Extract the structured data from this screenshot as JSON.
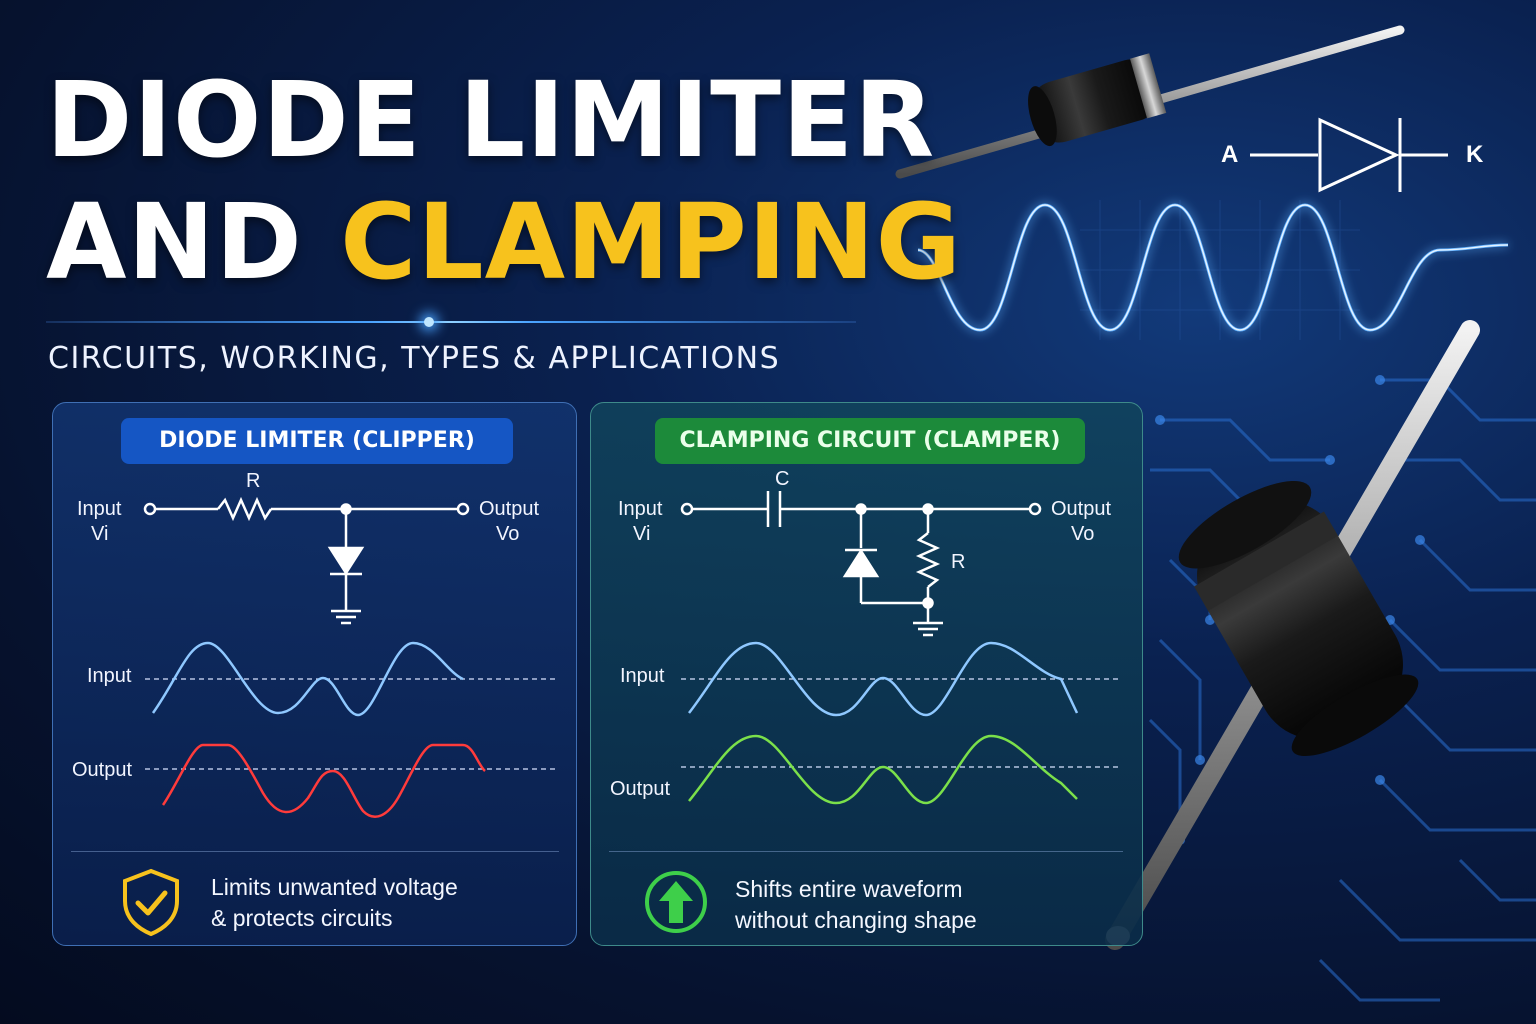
{
  "header": {
    "title_line1": "DIODE LIMITER",
    "title_line2_prefix": "AND",
    "title_line2_accent": "CLAMPING",
    "subtitle": "CIRCUITS, WORKING, TYPES & APPLICATIONS"
  },
  "symbol": {
    "anode_label": "A",
    "cathode_label": "K"
  },
  "limiter_panel": {
    "badge": "DIODE LIMITER (CLIPPER)",
    "input_label": "Input",
    "input_var": "Vi",
    "output_label": "Output",
    "output_var": "Vo",
    "resistor_label": "R",
    "wave_input_label": "Input",
    "wave_output_label": "Output",
    "caption_line1": "Limits unwanted voltage",
    "caption_line2": "& protects circuits",
    "colors": {
      "input_wave": "#8fc8ff",
      "output_wave": "#ff3b3b",
      "badge": "#1556c4",
      "icon": "#f7c21d"
    }
  },
  "clamper_panel": {
    "badge": "CLAMPING CIRCUIT (CLAMPER)",
    "input_label": "Input",
    "input_var": "Vi",
    "output_label": "Output",
    "output_var": "Vo",
    "capacitor_label": "C",
    "resistor_label": "R",
    "wave_input_label": "Input",
    "wave_output_label": "Output",
    "caption_line1": "Shifts entire waveform",
    "caption_line2": "without changing shape",
    "colors": {
      "input_wave": "#8fc8ff",
      "output_wave": "#7be04a",
      "badge": "#1c8a3a",
      "icon": "#3ecf4a"
    }
  },
  "icons": {
    "limiter_caption_icon": "shield-check-icon",
    "clamper_caption_icon": "arrow-up-circle-icon",
    "diode_symbol": "diode-symbol-icon"
  }
}
